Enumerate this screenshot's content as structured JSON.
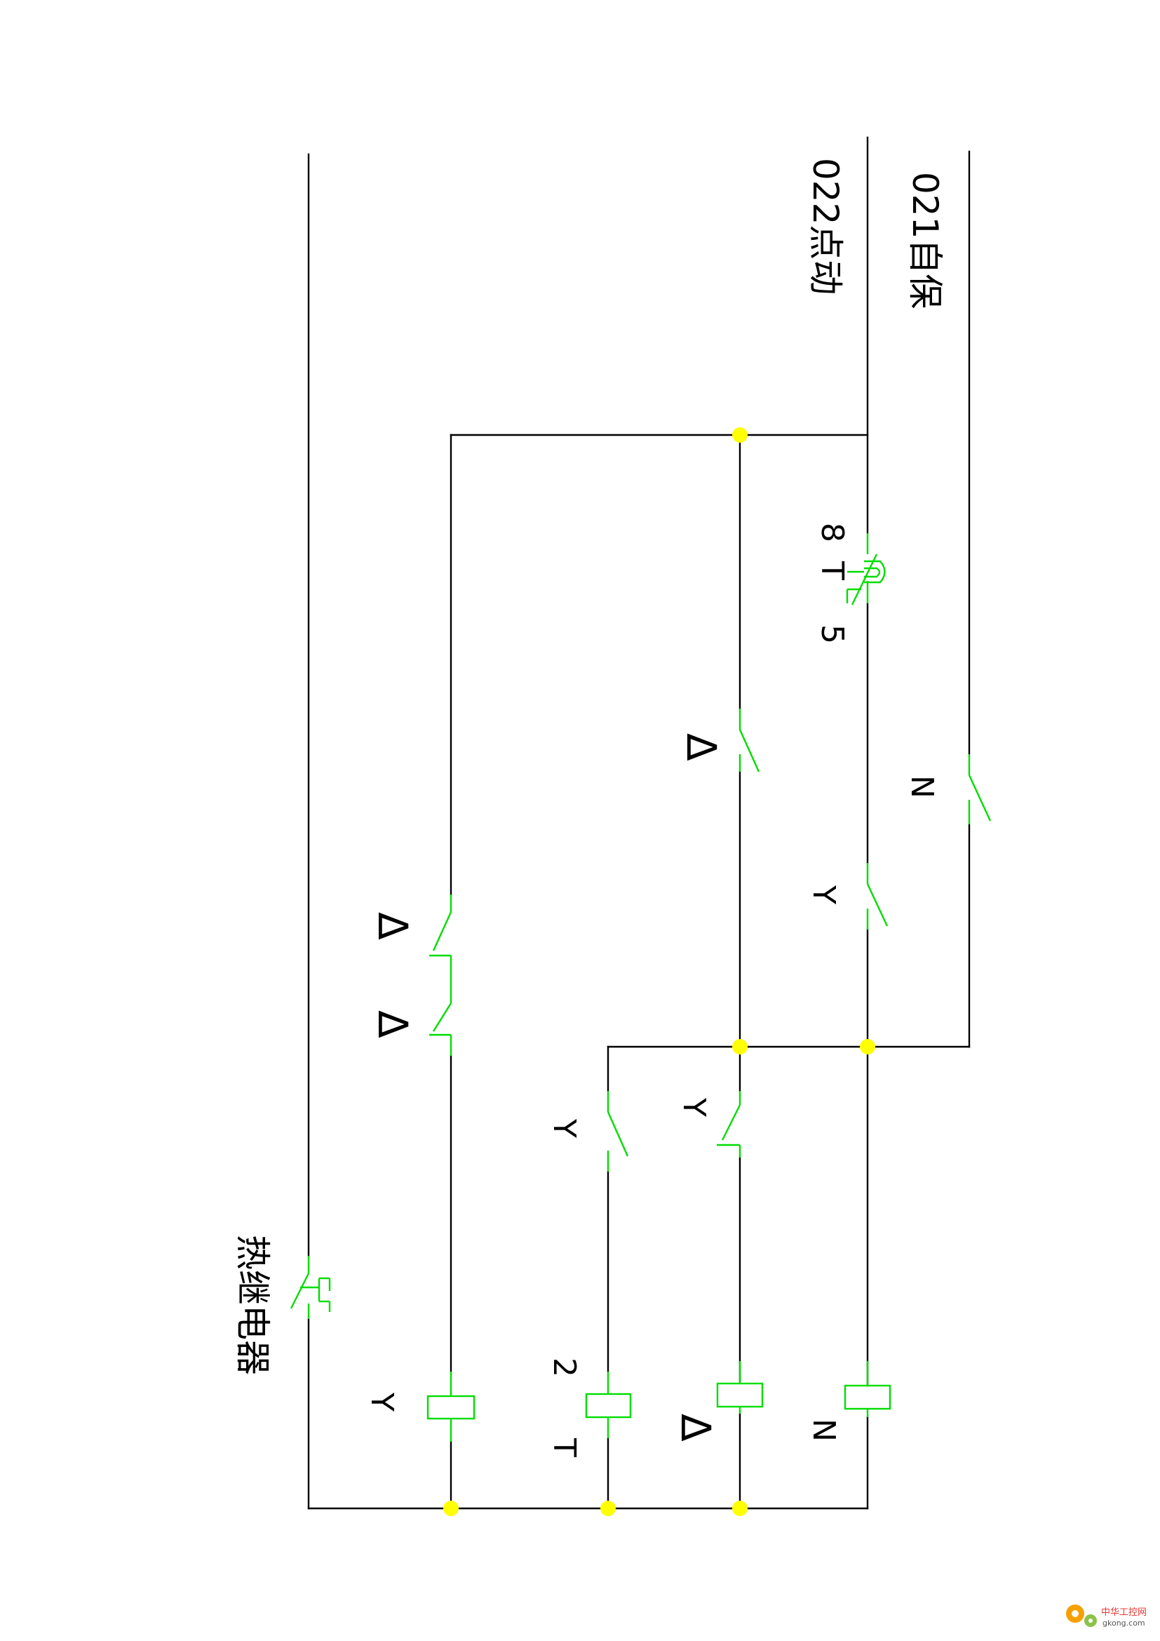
{
  "colors": {
    "wire": "#000000",
    "component": "#00dd00",
    "junction": "#ffff00"
  },
  "labels": {
    "line_021": "021自保",
    "line_022": "022点动",
    "timer_8t5_left": "8",
    "timer_8t5_mid": "T",
    "timer_8t5_right": "5",
    "contact_delta_top": "Δ",
    "contact_n": "N",
    "contact_y_upper": "Y",
    "contact_delta_left_1": "Δ",
    "contact_delta_left_2": "Δ",
    "contact_y_timer": "Y",
    "contact_y_delta": "Y",
    "thermal_relay": "热继电器",
    "coil_y": "Y",
    "coil_t2_num": "2",
    "coil_t2_t": "T",
    "coil_delta": "Δ",
    "coil_n": "N"
  },
  "watermark": {
    "name": "中华工控网",
    "url": "gkong.com"
  }
}
